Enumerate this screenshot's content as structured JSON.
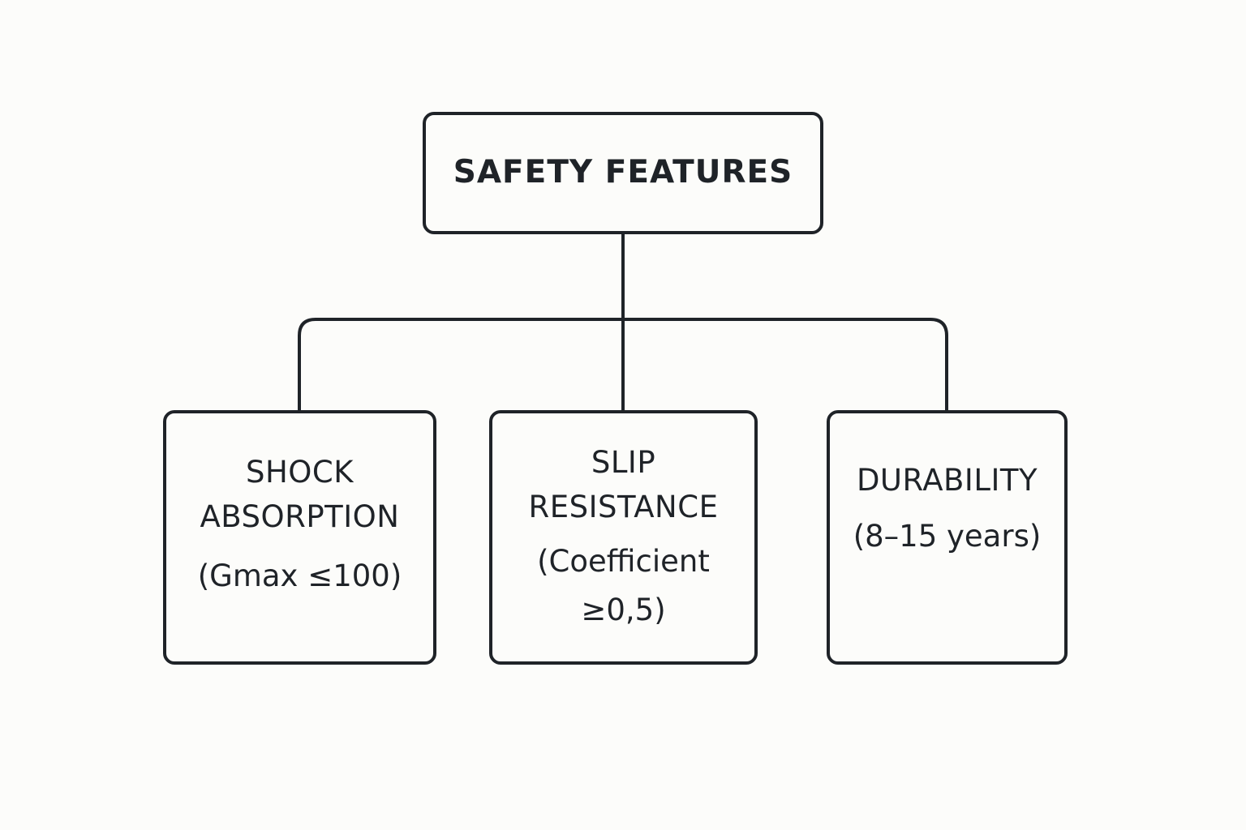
{
  "diagram": {
    "root": {
      "label": "SAFETY FEATURES"
    },
    "children": [
      {
        "title": "SHOCK\nABSORPTION",
        "detail": "(Gmax ≤100)"
      },
      {
        "title": "SLIP\nRESISTANCE",
        "detail": "(Coefficient\n ≥0,5)"
      },
      {
        "title": "DURABILITY",
        "detail": "(8–15 years)"
      }
    ],
    "colors": {
      "line": "#1f2328",
      "background": "#fcfcfa"
    }
  }
}
